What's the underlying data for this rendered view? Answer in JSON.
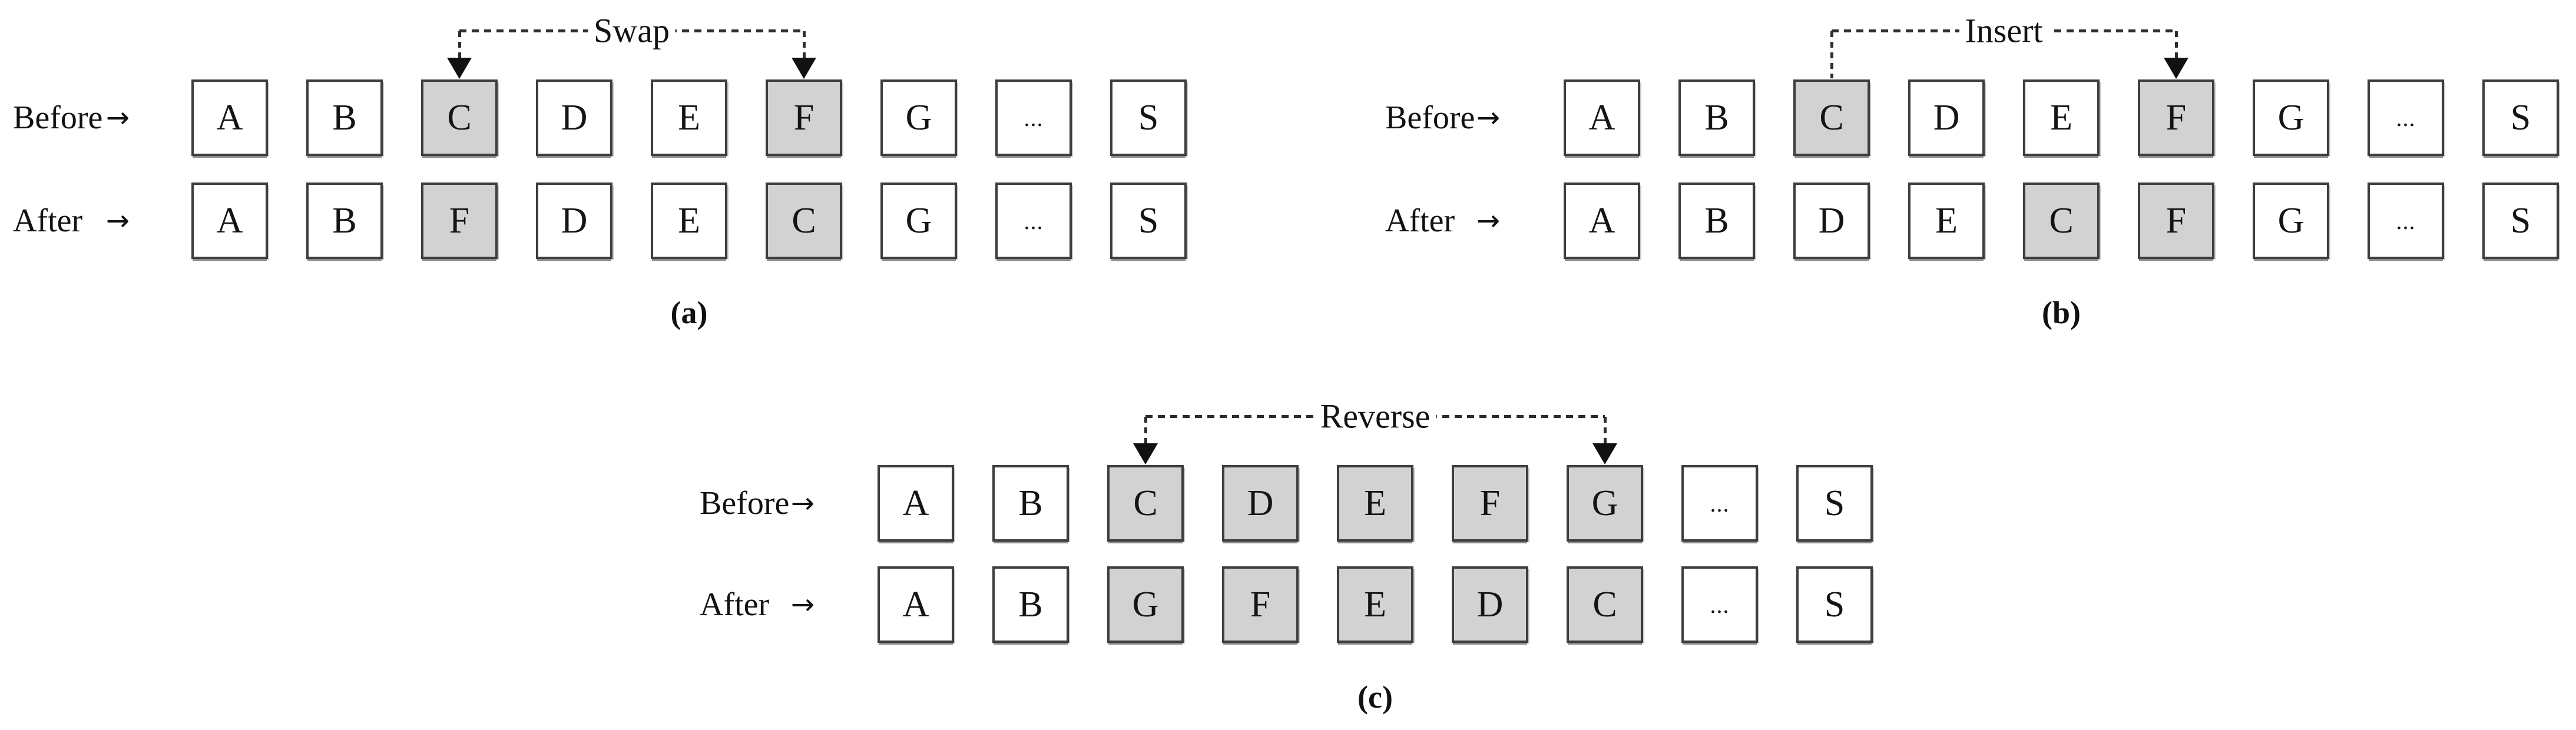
{
  "figure": {
    "background": "#ffffff",
    "box_border_color": "#3e3e3e",
    "highlight_fill": "#d2d2d2",
    "text_color": "#141414",
    "dashed_line_color": "#2d2d2d"
  },
  "panels": [
    {
      "id": "a",
      "caption": "(a)",
      "row_labels": {
        "before": "Before",
        "after": "After",
        "arrow": "→"
      },
      "connector": {
        "label": "Swap",
        "arrow_targets_before_row": [
          "C",
          "F"
        ]
      },
      "before": {
        "cells": [
          {
            "label": "A",
            "highlighted": false
          },
          {
            "label": "B",
            "highlighted": false
          },
          {
            "label": "C",
            "highlighted": true
          },
          {
            "label": "D",
            "highlighted": false
          },
          {
            "label": "E",
            "highlighted": false
          },
          {
            "label": "F",
            "highlighted": true
          },
          {
            "label": "G",
            "highlighted": false
          },
          {
            "label": "...",
            "highlighted": false
          },
          {
            "label": "S",
            "highlighted": false
          }
        ]
      },
      "after": {
        "cells": [
          {
            "label": "A",
            "highlighted": false
          },
          {
            "label": "B",
            "highlighted": false
          },
          {
            "label": "F",
            "highlighted": true
          },
          {
            "label": "D",
            "highlighted": false
          },
          {
            "label": "E",
            "highlighted": false
          },
          {
            "label": "C",
            "highlighted": true
          },
          {
            "label": "G",
            "highlighted": false
          },
          {
            "label": "...",
            "highlighted": false
          },
          {
            "label": "S",
            "highlighted": false
          }
        ]
      }
    },
    {
      "id": "b",
      "caption": "(b)",
      "row_labels": {
        "before": "Before",
        "after": "After",
        "arrow": "→"
      },
      "connector": {
        "label": "Insert",
        "line_from_before_cell": "C",
        "arrow_target_before_cell": "F"
      },
      "before": {
        "cells": [
          {
            "label": "A",
            "highlighted": false
          },
          {
            "label": "B",
            "highlighted": false
          },
          {
            "label": "C",
            "highlighted": true
          },
          {
            "label": "D",
            "highlighted": false
          },
          {
            "label": "E",
            "highlighted": false
          },
          {
            "label": "F",
            "highlighted": true
          },
          {
            "label": "G",
            "highlighted": false
          },
          {
            "label": "...",
            "highlighted": false
          },
          {
            "label": "S",
            "highlighted": false
          }
        ]
      },
      "after": {
        "cells": [
          {
            "label": "A",
            "highlighted": false
          },
          {
            "label": "B",
            "highlighted": false
          },
          {
            "label": "D",
            "highlighted": false
          },
          {
            "label": "E",
            "highlighted": false
          },
          {
            "label": "C",
            "highlighted": true
          },
          {
            "label": "F",
            "highlighted": true
          },
          {
            "label": "G",
            "highlighted": false
          },
          {
            "label": "...",
            "highlighted": false
          },
          {
            "label": "S",
            "highlighted": false
          }
        ]
      }
    },
    {
      "id": "c",
      "caption": "(c)",
      "row_labels": {
        "before": "Before",
        "after": "After",
        "arrow": "→"
      },
      "connector": {
        "label": "Reverse",
        "arrow_targets_before_row": [
          "C",
          "G"
        ]
      },
      "before": {
        "cells": [
          {
            "label": "A",
            "highlighted": false
          },
          {
            "label": "B",
            "highlighted": false
          },
          {
            "label": "C",
            "highlighted": true
          },
          {
            "label": "D",
            "highlighted": true
          },
          {
            "label": "E",
            "highlighted": true
          },
          {
            "label": "F",
            "highlighted": true
          },
          {
            "label": "G",
            "highlighted": true
          },
          {
            "label": "...",
            "highlighted": false
          },
          {
            "label": "S",
            "highlighted": false
          }
        ]
      },
      "after": {
        "cells": [
          {
            "label": "A",
            "highlighted": false
          },
          {
            "label": "B",
            "highlighted": false
          },
          {
            "label": "G",
            "highlighted": true
          },
          {
            "label": "F",
            "highlighted": true
          },
          {
            "label": "E",
            "highlighted": true
          },
          {
            "label": "D",
            "highlighted": true
          },
          {
            "label": "C",
            "highlighted": true
          },
          {
            "label": "...",
            "highlighted": false
          },
          {
            "label": "S",
            "highlighted": false
          }
        ]
      }
    }
  ]
}
